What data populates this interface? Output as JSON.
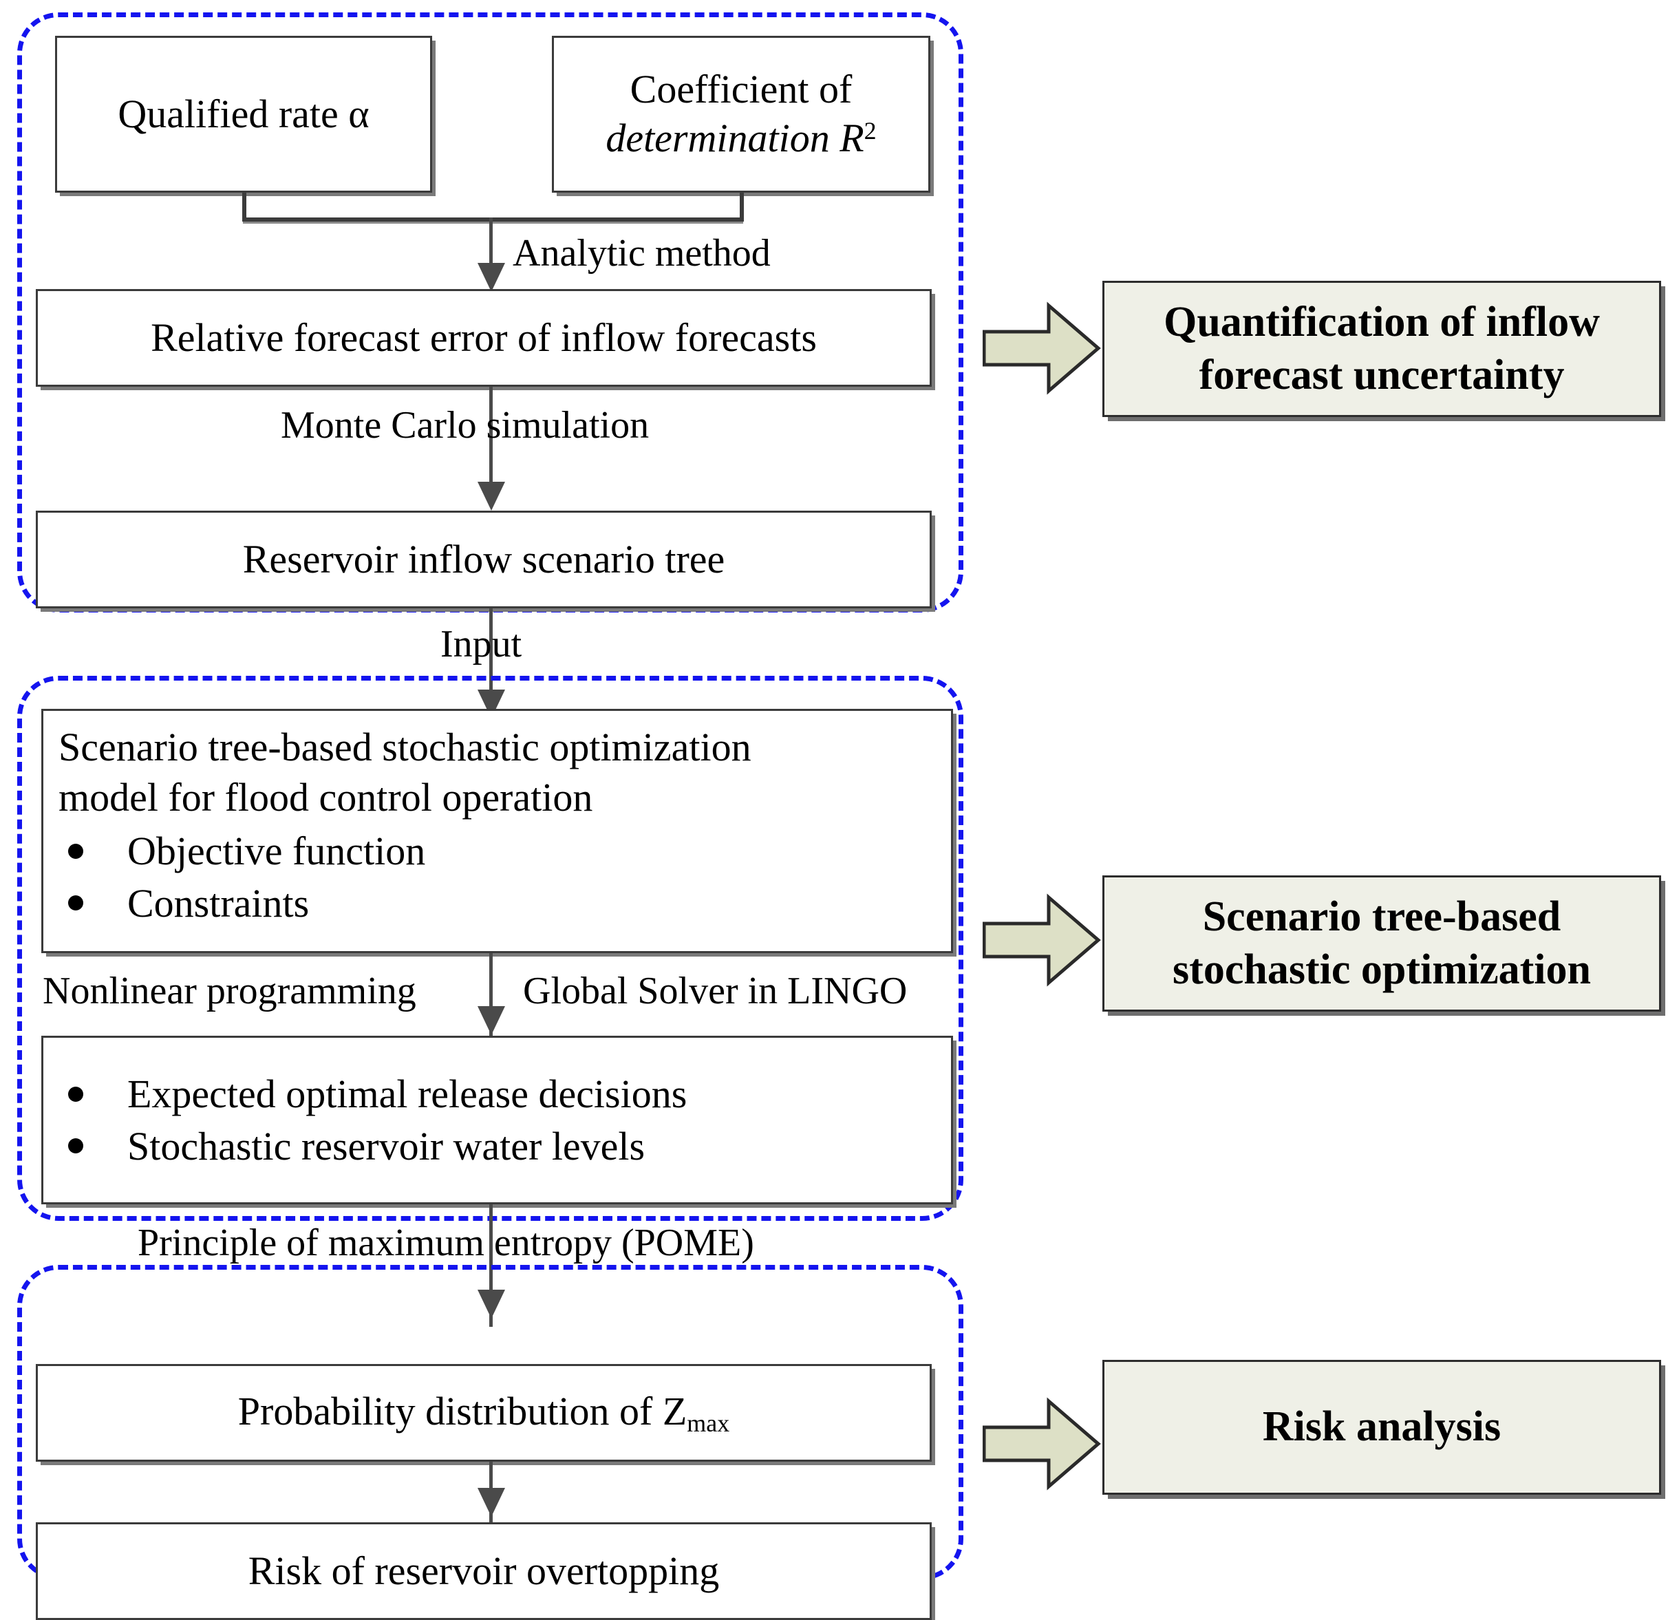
{
  "diagram": {
    "title": "Reservoir flood control operation framework",
    "accent_dash_color": "#1414ef",
    "panel_fill": "#eff0e7",
    "arrow_fill": "#dde0c6",
    "groups": [
      {
        "id": "g1",
        "name": "quantification-group"
      },
      {
        "id": "g2",
        "name": "optimization-group"
      },
      {
        "id": "g3",
        "name": "risk-group"
      }
    ],
    "nodes": {
      "qualified_rate": "Qualified rate α",
      "coefficient_line1": "Coefficient of",
      "coefficient_line2": "determination R",
      "coefficient_exp": "2",
      "relative_error": "Relative forecast error of inflow forecasts",
      "scenario_tree": "Reservoir inflow scenario tree",
      "model_head_line1": "Scenario tree-based stochastic optimization",
      "model_head_line2": "model for flood control operation",
      "model_bullets": [
        "Objective function",
        "Constraints"
      ],
      "results_bullets": [
        "Expected optimal release decisions",
        "Stochastic reservoir water levels"
      ],
      "prob_dist_prefix": "Probability distribution of Z",
      "prob_dist_sub": "max",
      "risk_overtopping": "Risk of reservoir overtopping"
    },
    "edge_labels": {
      "analytic_method": "Analytic method",
      "monte_carlo": "Monte Carlo simulation",
      "input": "Input",
      "nonlinear_programming": "Nonlinear programming",
      "global_solver": "Global Solver in LINGO",
      "pome": "Principle of maximum entropy (POME)"
    },
    "panels": [
      {
        "line1": "Quantification of inflow",
        "line2": "forecast uncertainty"
      },
      {
        "line1": "Scenario tree-based",
        "line2": "stochastic optimization"
      },
      {
        "line1": "Risk analysis",
        "line2": ""
      }
    ]
  }
}
